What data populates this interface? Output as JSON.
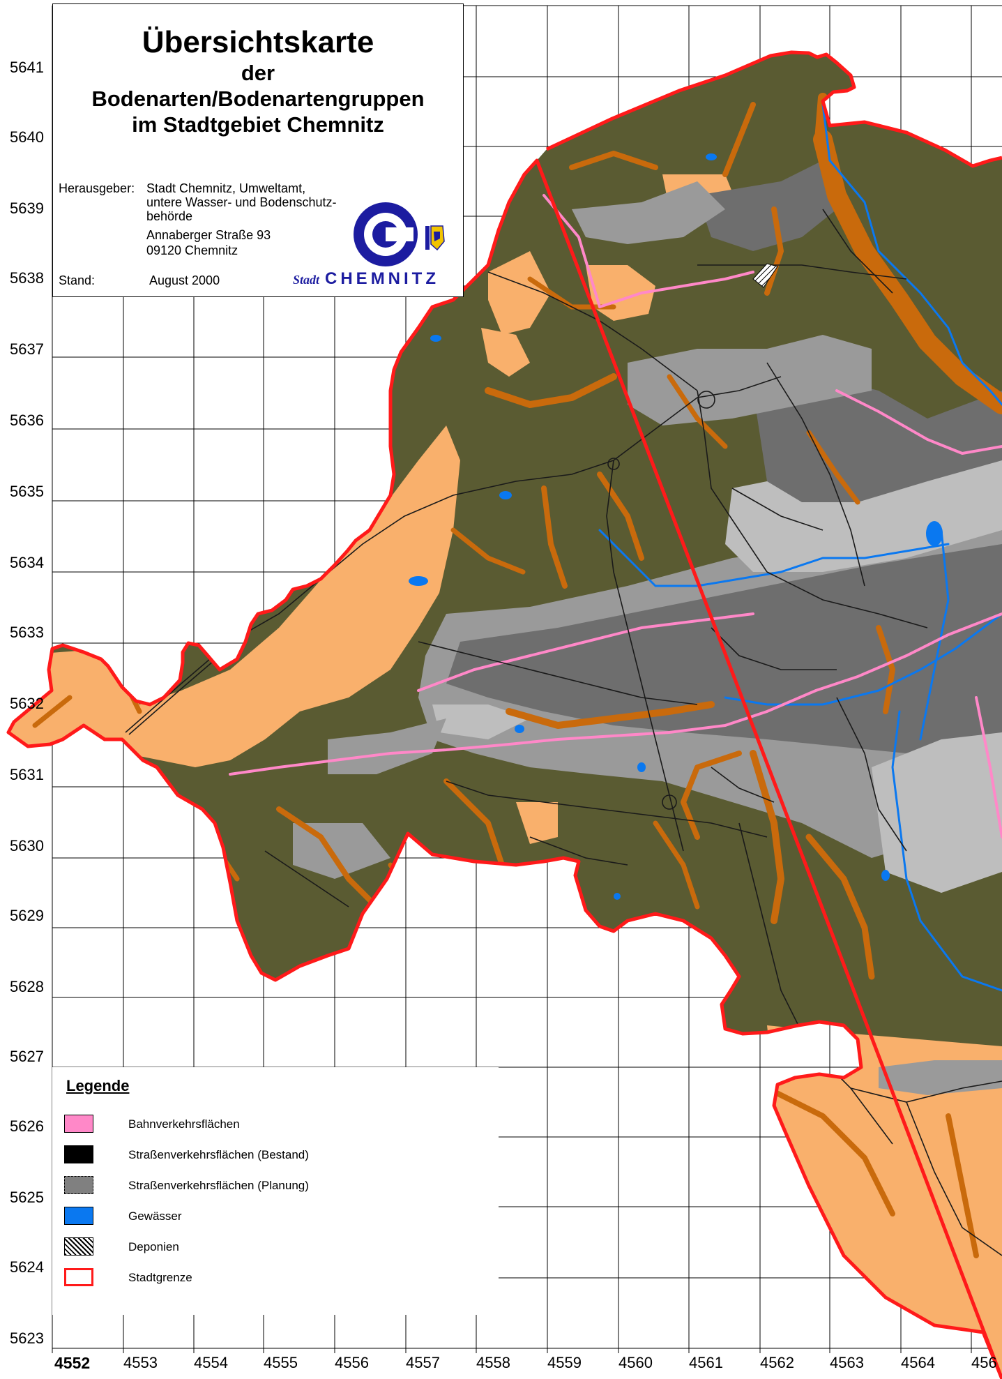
{
  "header": {
    "title_line1": "Übersichtskarte",
    "title_line2": "der",
    "title_line3": "Bodenarten/Bodenartengruppen",
    "title_line4": "im Stadtgebiet Chemnitz"
  },
  "publisher": {
    "label": "Herausgeber:",
    "line1": "Stadt Chemnitz, Umweltamt,",
    "line2": "untere Wasser- und Bodenschutz-",
    "line3": "behörde",
    "line4": "Annaberger Straße 93",
    "line5": "09120 Chemnitz",
    "stand_label": "Stand:",
    "stand_value": "August 2000"
  },
  "logo": {
    "stadt": "Stadt",
    "name": "CHEMNITZ"
  },
  "legend": {
    "title": "Legende",
    "items": [
      {
        "label": "Bahnverkehrsflächen",
        "color": "#ff88c8",
        "style": "solid"
      },
      {
        "label": "Straßenverkehrsflächen (Bestand)",
        "color": "#000000",
        "style": "solid"
      },
      {
        "label": "Straßenverkehrsflächen (Planung)",
        "color": "#808080",
        "style": "dashed"
      },
      {
        "label": "Gewässer",
        "color": "#0a78f0",
        "style": "solid"
      },
      {
        "label": "Deponien",
        "color": "#ffffff",
        "style": "hatched"
      },
      {
        "label": "Stadtgrenze",
        "color": "#ffffff",
        "style": "red-outline"
      }
    ]
  },
  "axes": {
    "y_labels": [
      "5641",
      "5640",
      "5639",
      "5638",
      "5637",
      "5636",
      "5635",
      "5634",
      "5633",
      "5632",
      "5631",
      "5630",
      "5629",
      "5628",
      "5627",
      "5626",
      "5625",
      "5624",
      "5623"
    ],
    "x_labels": [
      "4552",
      "4553",
      "4554",
      "4555",
      "4556",
      "4557",
      "4558",
      "4559",
      "4560",
      "4561",
      "4562",
      "4563",
      "4564",
      "456"
    ]
  },
  "colors": {
    "olive": "#5a5b32",
    "sand": "#f9b06c",
    "orange_brown": "#c96a0c",
    "dark_gray": "#6e6e6e",
    "mid_gray": "#9a9a9a",
    "light_gray": "#bebebe",
    "water": "#0a78f0",
    "rail": "#ff88c8",
    "boundary": "#ff1a1a"
  }
}
